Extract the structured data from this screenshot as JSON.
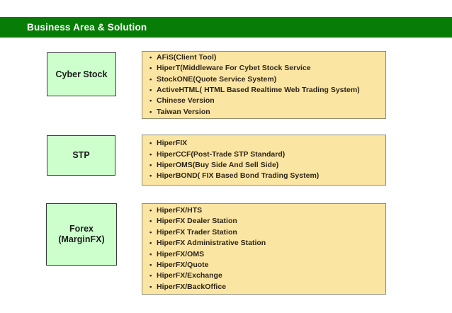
{
  "header": {
    "title": "Business Area & Solution"
  },
  "colors": {
    "header_bg": "#077d07",
    "header_text": "#ffffff",
    "category_fill": "#ccffcc",
    "category_border": "#3a3a3a",
    "solutions_fill": "#fbe5a3",
    "solutions_border": "#8c8c70",
    "list_text": "#2e2618"
  },
  "sections": [
    {
      "label_lines": [
        "Cyber Stock"
      ],
      "items": [
        {
          "bullet": "•",
          "text": "AFiS(Client Tool)"
        },
        {
          "bullet": "•",
          "text": "HiperT(Middleware For Cybet Stock Service"
        },
        {
          "bullet": "•",
          "text": "StockONE(Quote Service System)"
        },
        {
          "bullet": "•",
          "text": "ActiveHTML( HTML Based Realtime Web Trading System)"
        },
        {
          "bullet": "•",
          "text": "Chinese Version"
        },
        {
          "bullet": "•",
          "text": "Taiwan Version"
        }
      ]
    },
    {
      "label_lines": [
        "STP"
      ],
      "items": [
        {
          "bullet": "•",
          "text": "HiperFIX"
        },
        {
          "bullet": "•",
          "text": "HiperCCF(Post-Trade STP Standard)"
        },
        {
          "bullet": "•",
          "text": "HiperOMS(Buy Side And Sell Side)"
        },
        {
          "bullet": "•",
          "text": "HiperBOND( FIX Based Bond Trading System)"
        }
      ]
    },
    {
      "label_lines": [
        "Forex",
        "(MarginFX)"
      ],
      "items": [
        {
          "bullet": "•",
          "text": "HiperFX/HTS"
        },
        {
          "bullet": "•",
          "text": "HiperFX Dealer Station"
        },
        {
          "bullet": "•",
          "text": "HiperFX Trader Station"
        },
        {
          "bullet": "•",
          "text": "HiperFX Administrative Station"
        },
        {
          "bullet": "▪",
          "text": "HiperFX/OMS"
        },
        {
          "bullet": "▪",
          "text": "HiperFX/Quote"
        },
        {
          "bullet": "▪",
          "text": "HiperFX/Exchange"
        },
        {
          "bullet": "▪",
          "text": "HiperFX/BackOffice"
        }
      ]
    }
  ]
}
